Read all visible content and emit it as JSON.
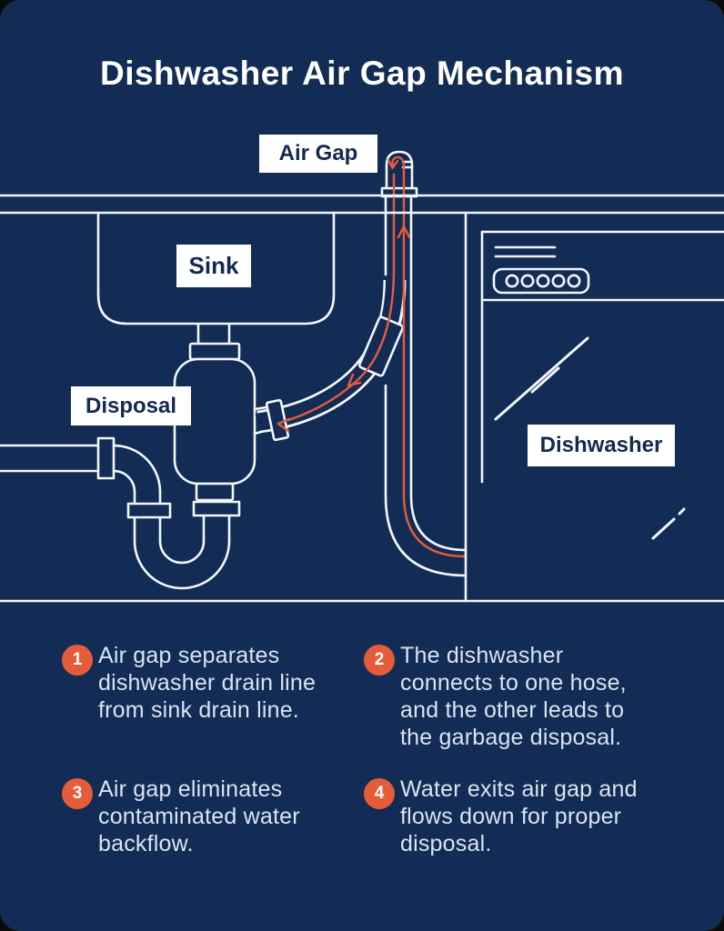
{
  "title": "Dishwasher Air Gap Mechanism",
  "colors": {
    "background_navy": "#132c55",
    "line_white": "#f2f6fc",
    "accent_orange": "#e65c3b",
    "label_background": "#ffffff",
    "label_text_navy": "#14294e",
    "body_text": "#d9e4f1"
  },
  "diagram": {
    "labels": {
      "air_gap": "Air Gap",
      "sink": "Sink",
      "disposal": "Disposal",
      "dishwasher": "Dishwasher"
    },
    "flow_icons": [
      "flow-arrow-up-icon",
      "flow-arrow-curl-icon",
      "flow-arrow-down-left-icon"
    ]
  },
  "steps": [
    {
      "number": "1",
      "text": "Air gap separates dishwasher drain line from sink drain line."
    },
    {
      "number": "2",
      "text": "The dishwasher connects to one hose, and the other leads to the garbage disposal."
    },
    {
      "number": "3",
      "text": "Air gap eliminates contaminated water backflow."
    },
    {
      "number": "4",
      "text": "Water exits air gap and flows down for proper disposal."
    }
  ]
}
